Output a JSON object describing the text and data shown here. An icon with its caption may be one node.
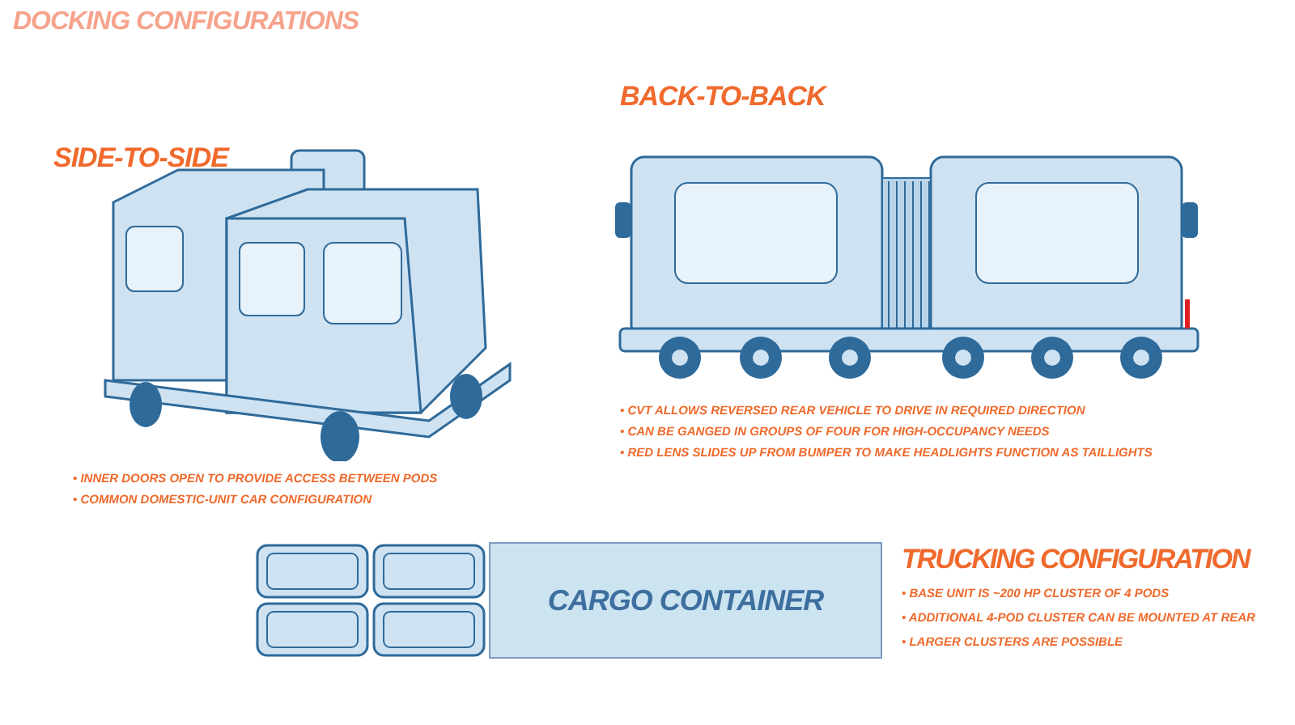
{
  "diagram": {
    "title": "DOCKING CONFIGURATIONS",
    "nodes": [
      {
        "text": [
          "CARGO CONTAINER"
        ]
      }
    ],
    "edges": [],
    "labels": [
      "SIDE-TO-SIDE",
      "• INNER DOORS OPEN TO PROVIDE ACCESS BETWEEN PODS",
      "• COMMON DOMESTIC-UNIT CAR CONFIGURATION",
      "BACK-TO-BACK",
      "• CVT ALLOWS REVERSED REAR VEHICLE TO DRIVE IN REQUIRED DIRECTION",
      "• CAN BE GANGED IN GROUPS OF FOUR FOR HIGH-OCCUPANCY NEEDS",
      "• RED LENS SLIDES UP FROM BUMPER TO MAKE HEADLIGHTS FUNCTION AS TAILLIGHTS",
      "TRUCKING CONFIGURATION",
      "• BASE UNIT IS ~200 HP CLUSTER OF 4 PODS",
      "• ADDITIONAL 4-POD CLUSTER CAN BE MOUNTED AT REAR",
      "• LARGER CLUSTERS ARE POSSIBLE"
    ]
  }
}
